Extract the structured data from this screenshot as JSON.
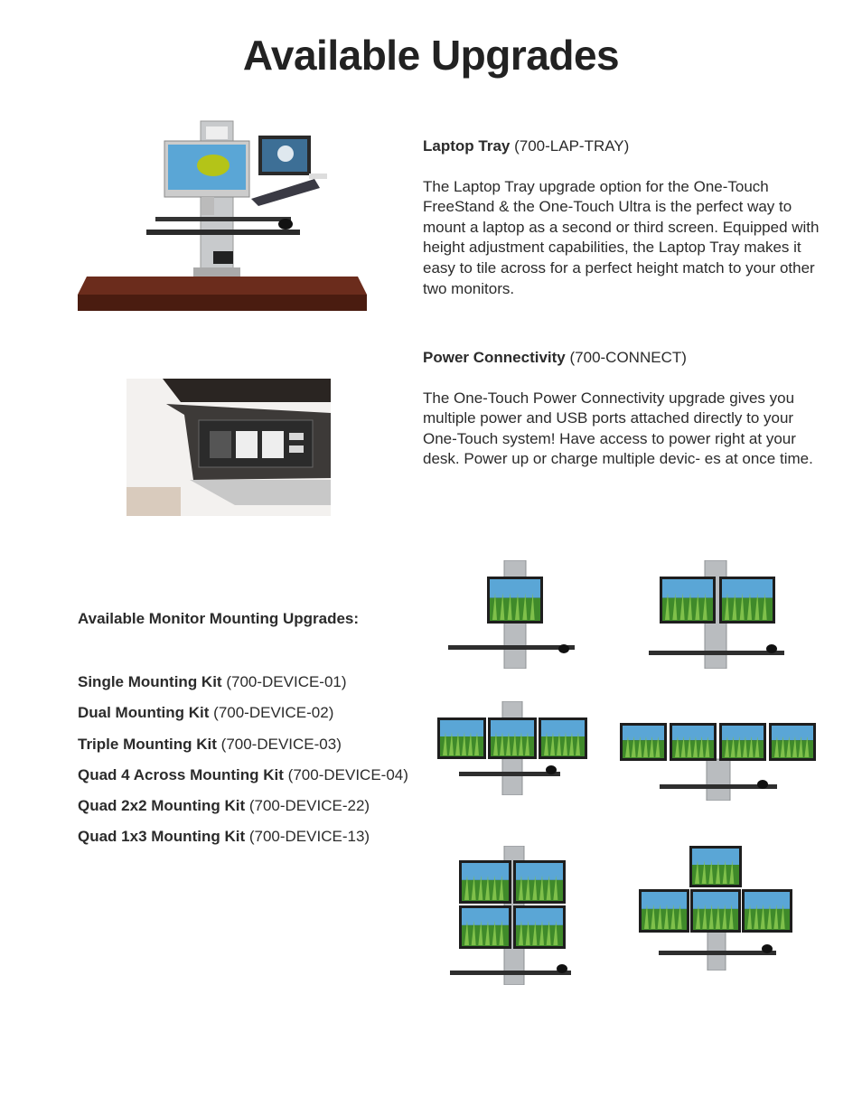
{
  "page": {
    "title": "Available Upgrades"
  },
  "laptop_tray": {
    "name": "Laptop Tray",
    "code": "(700-LAP-TRAY)",
    "description": "The Laptop Tray upgrade option for the One-Touch FreeStand & the One-Touch Ultra is the perfect way to mount a laptop as a second or third screen. Equipped with height adjustment capabilities, the Laptop Tray makes it easy to tile across for a perfect height match to your other two monitors."
  },
  "power": {
    "name": "Power Connectivity",
    "code": "(700-CONNECT)",
    "description": "The One-Touch Power Connectivity upgrade gives you multiple power and USB ports attached directly to your One-Touch system!  Have access to power right at your desk. Power up or charge multiple devic- es at once time."
  },
  "monitor_mounting": {
    "heading": "Available Monitor Mounting Upgrades:",
    "kits": [
      {
        "name": "Single Mounting Kit",
        "code": "(700-DEVICE-01)"
      },
      {
        "name": "Dual Mounting Kit",
        "code": "(700-DEVICE-02)"
      },
      {
        "name": "Triple Mounting Kit",
        "code": "(700-DEVICE-03)"
      },
      {
        "name": "Quad 4 Across Mounting Kit",
        "code": "(700-DEVICE-04)"
      },
      {
        "name": "Quad 2x2 Mounting Kit",
        "code": "(700-DEVICE-22)"
      },
      {
        "name": "Quad 1x3 Mounting Kit",
        "code": "(700-DEVICE-13)"
      }
    ]
  },
  "colors": {
    "text": "#2b2b2b",
    "desk_wood": "#5a2418",
    "stand_silver": "#b9bcbf",
    "monitor_bezel": "#1e1e1e",
    "sky": "#5aa6d6",
    "grass": "#3f8a2a"
  }
}
